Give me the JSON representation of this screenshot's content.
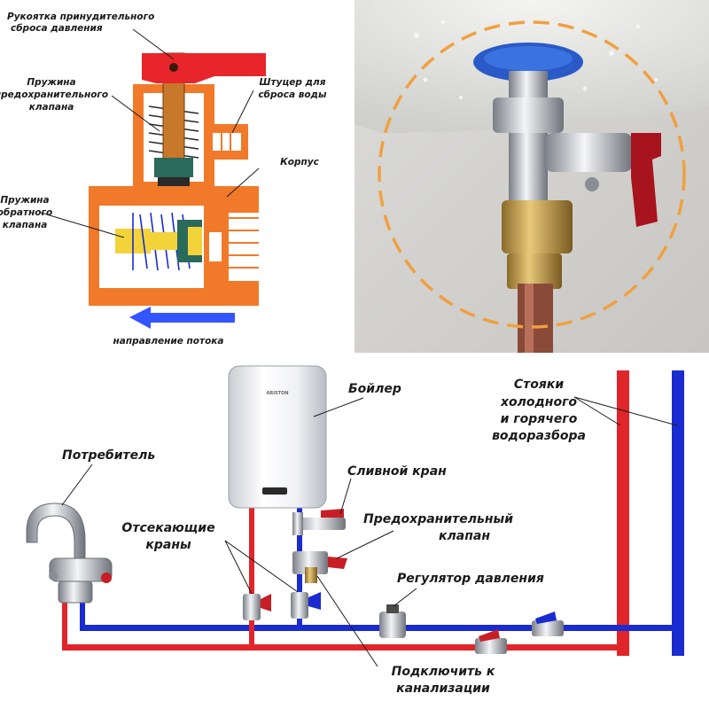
{
  "valve_section": {
    "labels": {
      "handle": [
        "Рукоятка принудительного",
        "сброса давления"
      ],
      "safety_spring": [
        "Пружина",
        "предохранительного",
        "клапана"
      ],
      "drain_fitting": [
        "Штуцер для",
        "сброса воды"
      ],
      "body": [
        "Корпус"
      ],
      "check_spring": [
        "Пружина",
        "обратного",
        "клапана"
      ]
    },
    "flow_label": "направление потока"
  },
  "scheme": {
    "labels": {
      "boiler": [
        "Бойлер"
      ],
      "risers": [
        "Стояки",
        "холодного",
        "и горячего",
        "водоразбора"
      ],
      "consumer": [
        "Потребитель"
      ],
      "drain_tap": [
        "Сливной кран"
      ],
      "cutoff": [
        "Отсекающие",
        "краны"
      ],
      "safety_valve": [
        "Предохранительный",
        "клапан"
      ],
      "regulator": [
        "Регулятор давления"
      ],
      "sewer": [
        "Подключить к",
        "канализации"
      ]
    },
    "boiler_brand": "ARISTON"
  },
  "colors": {
    "hot": "#e0262a",
    "cold": "#1a2bd0",
    "valve_orange": "#f07a2a",
    "arrow_blue": "#3355ff",
    "dashed_circle": "#f0a040"
  }
}
